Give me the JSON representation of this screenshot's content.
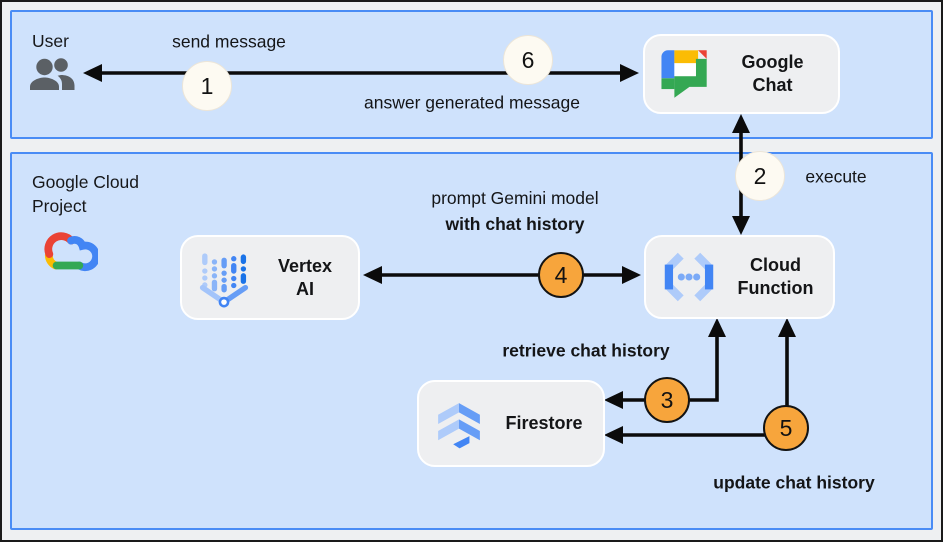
{
  "user_panel": {
    "title": "User"
  },
  "gcp_panel": {
    "title": "Google Cloud Project"
  },
  "nodes": {
    "google_chat": {
      "label": "Google Chat"
    },
    "vertex_ai": {
      "label": "Vertex AI"
    },
    "cloud_function": {
      "label": "Cloud Function"
    },
    "firestore": {
      "label": "Firestore"
    }
  },
  "labels": {
    "send_message": "send message",
    "answer": "answer generated message",
    "execute": "execute",
    "prompt_line1": "prompt Gemini model",
    "prompt_line2": "with chat history",
    "retrieve": "retrieve chat history",
    "update": "update chat history"
  },
  "steps": [
    {
      "number": "1",
      "style": "cream"
    },
    {
      "number": "2",
      "style": "cream"
    },
    {
      "number": "3",
      "style": "orange"
    },
    {
      "number": "4",
      "style": "orange"
    },
    {
      "number": "5",
      "style": "orange"
    },
    {
      "number": "6",
      "style": "cream"
    }
  ],
  "colors": {
    "canvas_bg": "#eef0f2",
    "panel_fill": "#cfe2fc",
    "panel_border": "#4a8cf5",
    "node_fill": "#eeeff1",
    "node_border": "#ffffff",
    "arrow": "#0b0b0b",
    "step_orange": "#f7a53c",
    "step_cream": "#fdfaf2",
    "google_blue": "#4285f4",
    "google_red": "#ea4335",
    "google_yellow": "#fbbc04",
    "google_green": "#34a853"
  }
}
